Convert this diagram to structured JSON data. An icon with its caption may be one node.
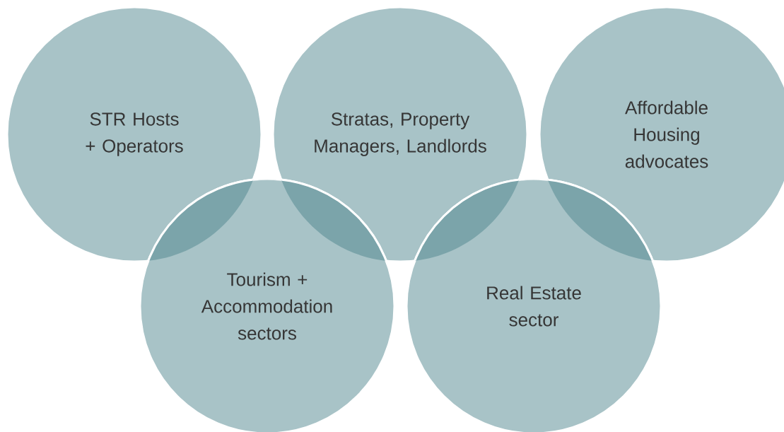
{
  "diagram": {
    "nodes": [
      {
        "text": [
          "STR Hosts + Operators"
        ]
      },
      {
        "text": [
          "Stratas, Property Managers, Landlords"
        ]
      },
      {
        "text": [
          "Affordable Housing advocates"
        ]
      },
      {
        "text": [
          "Tourism + Accommodation sectors"
        ]
      },
      {
        "text": [
          "Real Estate sector"
        ]
      }
    ]
  }
}
